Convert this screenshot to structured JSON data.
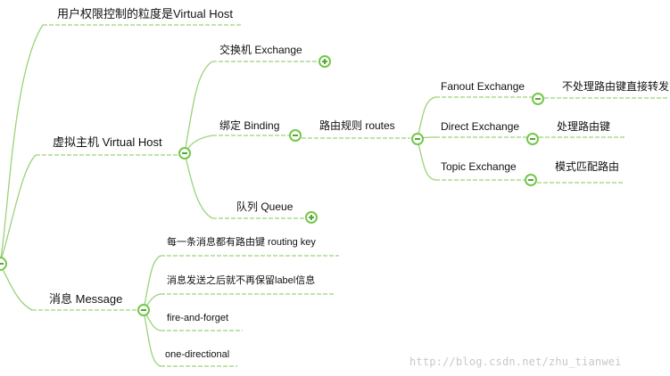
{
  "colors": {
    "branch": "#9bd27a",
    "toggle": "#74c74a"
  },
  "nodes": {
    "granularity": "用户权限控制的粒度是Virtual Host",
    "virtual_host": "虚拟主机  Virtual Host",
    "exchange": "交换机    Exchange",
    "binding": "绑定  Binding",
    "routing_rule": "路由规则  routes",
    "fanout": "Fanout Exchange",
    "fanout_desc": "不处理路由键直接转发",
    "direct": "Direct Exchange",
    "direct_desc": "处理路由键",
    "topic": "Topic Exchange",
    "topic_desc": "模式匹配路由",
    "queue": "队列  Queue",
    "message": "消息  Message",
    "routing_key": "每一条消息都有路由键  routing key",
    "no_label": "消息发送之后就不再保留label信息",
    "fire_forget": "fire-and-forget",
    "one_directional": "one-directional"
  },
  "icons": {
    "expand": "plus-circle-icon",
    "collapse": "minus-circle-icon"
  },
  "watermark": "http://blog.csdn.net/zhu_tianwei"
}
